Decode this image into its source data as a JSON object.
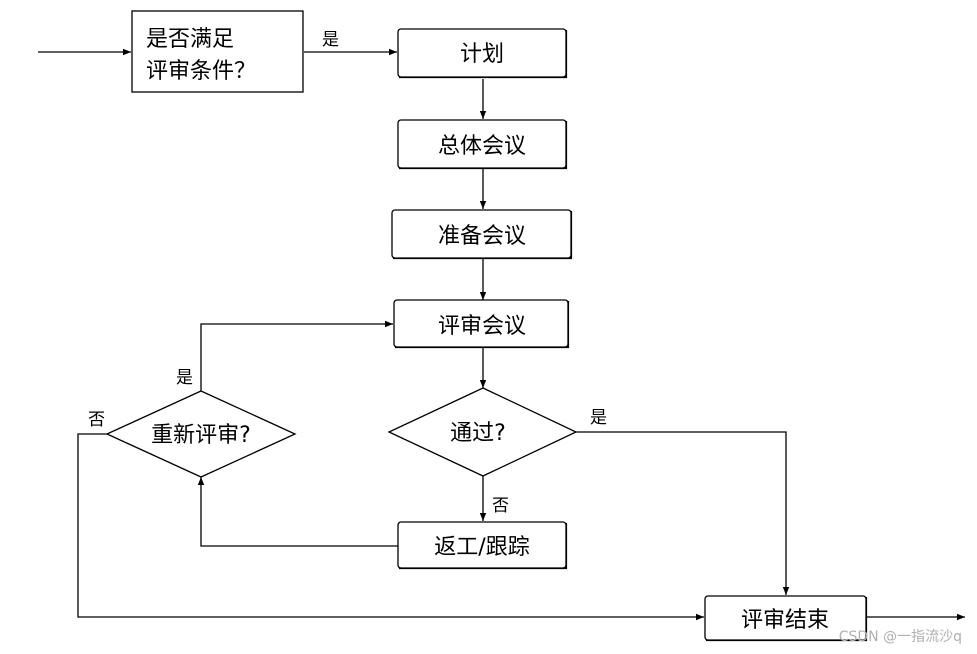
{
  "nodes": {
    "criteria_line1": "是否满足",
    "criteria_line2": "评审条件？",
    "plan": "计划",
    "overview_meeting": "总体会议",
    "prep_meeting": "准备会议",
    "review_meeting": "评审会议",
    "passed_decision": "通过?",
    "rework": "返工/跟踪",
    "re_review_decision": "重新评审?",
    "end": "评审结束"
  },
  "edges": {
    "criteria_yes": "是",
    "rereview_yes": "是",
    "rereview_no": "否",
    "passed_yes": "是",
    "passed_no": "否"
  },
  "watermark": "CSDN @一指流沙q"
}
